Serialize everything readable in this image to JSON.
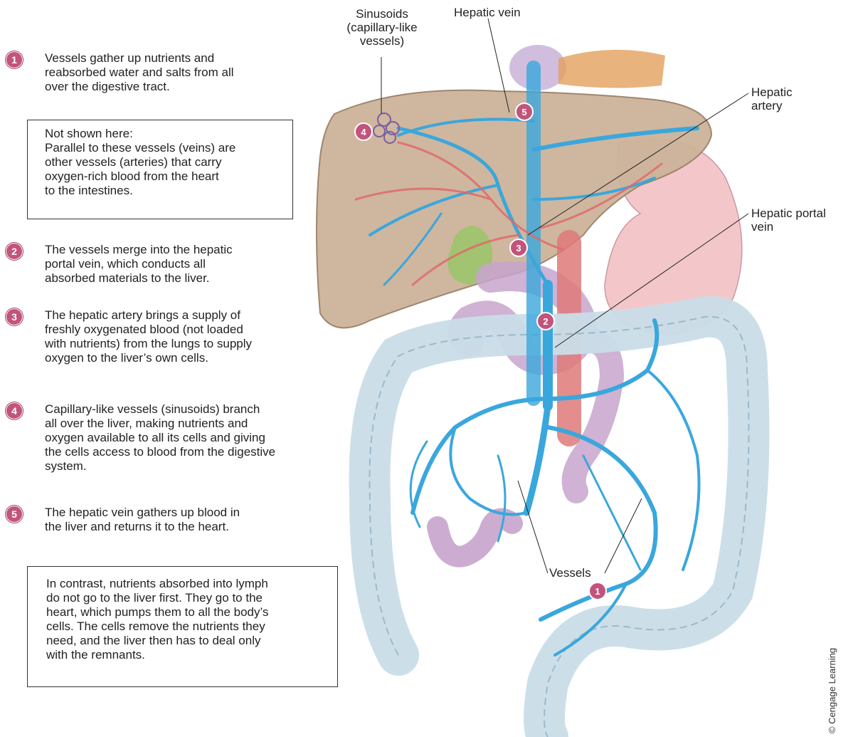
{
  "steps": [
    {
      "num": "1",
      "text": "Vessels gather up nutrients and\nreabsorbed water and salts from all\nover the digestive tract."
    },
    {
      "num": "2",
      "text": "The vessels merge into the hepatic\nportal vein, which conducts all\nabsorbed materials to the liver."
    },
    {
      "num": "3",
      "text": "The hepatic artery brings a supply of\nfreshly oxygenated blood (not loaded\nwith nutrients) from the lungs to supply\noxygen to the liver’s own cells."
    },
    {
      "num": "4",
      "text": "Capillary-like vessels (sinusoids) branch\nall over the liver, making nutrients and\noxygen available to all its cells and giving\nthe cells access to blood from the digestive\nsystem."
    },
    {
      "num": "5",
      "text": "The hepatic vein gathers up blood in\nthe liver and returns it to the heart."
    }
  ],
  "note_box": "Not shown here:\nParallel to these vessels (veins) are\nother vessels (arteries) that carry\noxygen-rich blood from the heart\nto the intestines.",
  "lymph_box": "In contrast, nutrients absorbed into lymph\ndo not go to the liver first. They go to the\nheart, which pumps them to all the body’s\ncells. The cells remove the nutrients they\nneed, and the liver then has to deal only\nwith the remnants.",
  "labels": {
    "sinusoids": "Sinusoids\n(capillary-like\nvessels)",
    "hepatic_vein": "Hepatic vein",
    "hepatic_artery": "Hepatic\nartery",
    "hepatic_portal_vein": "Hepatic portal\nvein",
    "vessels": "Vessels"
  },
  "credit": "© Cengage Learning",
  "colors": {
    "badge": "#c2547c",
    "vein": "#3aa7dc",
    "artery": "#e06a6a",
    "liver": "#cdb39a",
    "colon": "#c9dde8",
    "stomach": "#f2c1c4",
    "intestine": "#c7a4cc",
    "gallbladder": "#9cc46a"
  }
}
